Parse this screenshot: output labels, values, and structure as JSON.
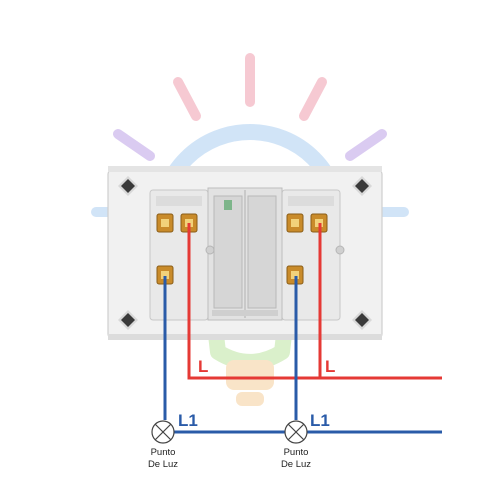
{
  "colors": {
    "line_red": "#e53935",
    "line_blue": "#2a5ba8",
    "plate": "#f1f1f1",
    "plate_edge": "#cfcfcf",
    "terminal_brass": "#c98b2a",
    "glow_pink": "#f6c7d0",
    "glow_purple": "#d9c9f1",
    "glow_blue": "#cfe3f7",
    "glow_green": "#d9f0c9",
    "glow_orange": "#f9e3c6"
  },
  "icons": {
    "background": "lightbulb-icon",
    "lamp": "lamp-symbol-icon",
    "switch": "double-switch-plate"
  },
  "labels": {
    "phase_left": "L",
    "phase_right": "L",
    "return_left": "L1",
    "return_right": "L1"
  },
  "lamps": [
    {
      "line1": "Punto",
      "line2": "De Luz"
    },
    {
      "line1": "Punto",
      "line2": "De Luz"
    }
  ]
}
